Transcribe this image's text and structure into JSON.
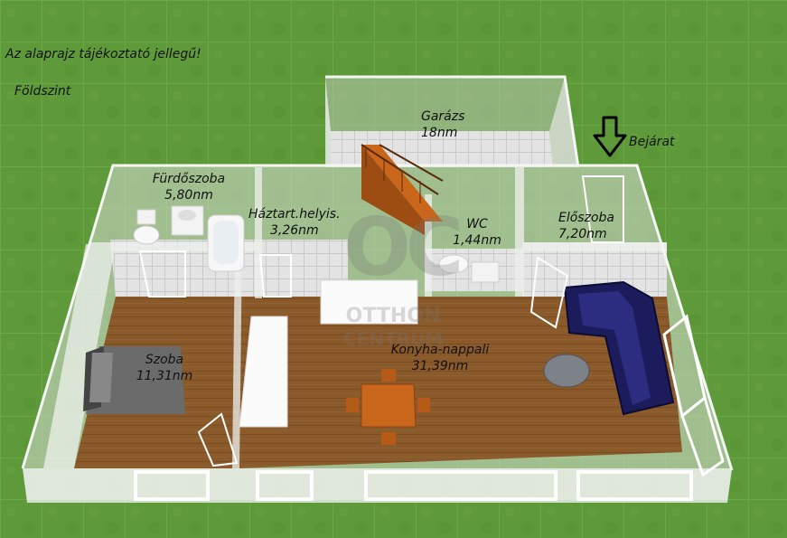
{
  "notes": {
    "disclaimer": "Az alaprajz tájékoztató jellegű!",
    "level": "Földszint",
    "entrance": "Bejárat"
  },
  "rooms": [
    {
      "name": "Garázs",
      "area": "18nm"
    },
    {
      "name": "Fürdőszoba",
      "area": "5,80nm"
    },
    {
      "name": "Háztart.helyis.",
      "area": "3,26nm"
    },
    {
      "name": "WC",
      "area": "1,44nm"
    },
    {
      "name": "Előszoba",
      "area": "7,20nm"
    },
    {
      "name": "Szoba",
      "area": "11,31nm"
    },
    {
      "name": "Konyha-nappali",
      "area": "31,39nm"
    }
  ],
  "watermark": {
    "logo": "OC",
    "line1": "OTTHON",
    "line2": "CENTRUM"
  },
  "colors": {
    "grass": "#5f9a3a",
    "floor_wood": "#8a5a2b",
    "floor_tile": "#dcdcdc",
    "wall": "#e8ece8",
    "sofa": "#1c1c5c",
    "table": "#c9661c",
    "bed": "#6b6b6b"
  }
}
